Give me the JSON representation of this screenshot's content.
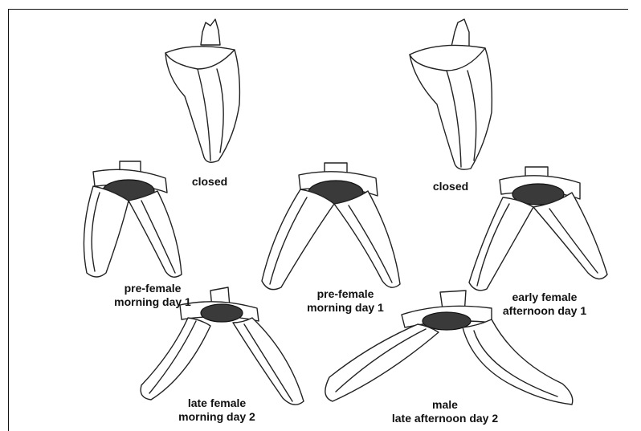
{
  "labels": {
    "closed_a": "closed",
    "closed_b": "closed",
    "prefemale_a": [
      "pre-female",
      "morning day 1"
    ],
    "prefemale_b": [
      "pre-female",
      "morning day 1"
    ],
    "early_female": [
      "early female",
      "afternoon day 1"
    ],
    "late_female": [
      "late female",
      "morning day 2"
    ],
    "male": [
      "male",
      "late afternoon day 2"
    ]
  }
}
